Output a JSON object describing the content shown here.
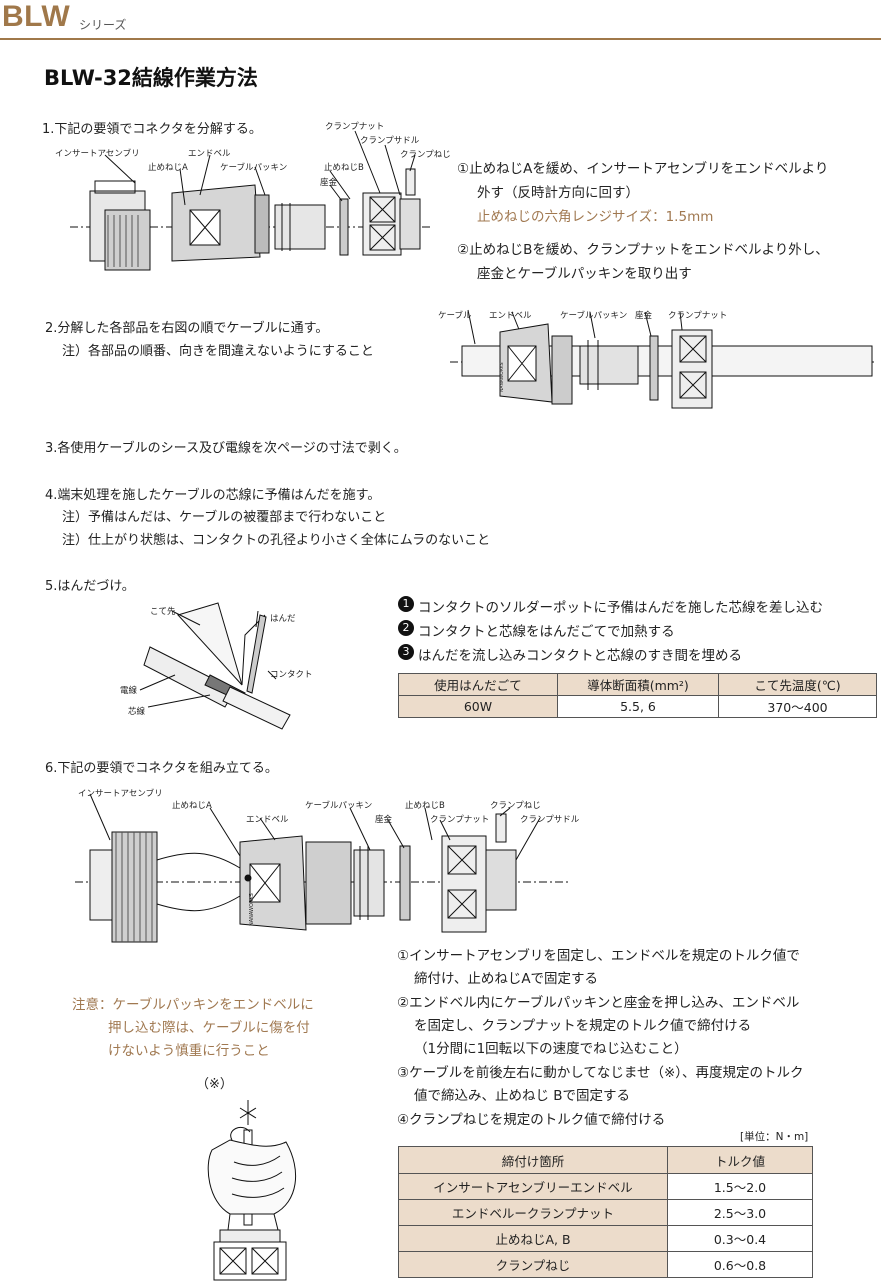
{
  "header": {
    "brand": "BLW",
    "series": "シリーズ"
  },
  "title": "BLW-32結線作業方法",
  "step1": {
    "heading": "1.下記の要領でコネクタを分解する。",
    "labels": [
      "インサートアセンブリ",
      "エンドベル",
      "止めねじA",
      "ケーブルパッキン",
      "止めねじB",
      "座金",
      "クランプナット",
      "クランプサドル",
      "クランプねじ"
    ],
    "instr1_line1": "①止めねじAを緩め、インサートアセンブリをエンドベルより",
    "instr1_line2": "外す（反時計方向に回す）",
    "instr1_note": "止めねじの六角レンジサイズ：1.5mm",
    "instr2_line1": "②止めねじBを緩め、クランプナットをエンドベルより外し、",
    "instr2_line2": "座金とケーブルパッキンを取り出す"
  },
  "step2": {
    "heading": "2.分解した各部品を右図の順でケーブルに通す。",
    "note": "注）各部品の順番、向きを間違えないようにすること",
    "labels": [
      "ケーブル",
      "エンドベル",
      "ケーブルパッキン",
      "座金",
      "クランプナット"
    ],
    "mark": "NANAWORKS"
  },
  "step3": {
    "heading": "3.各使用ケーブルのシース及び電線を次ページの寸法で剥く。"
  },
  "step4": {
    "heading": "4.端末処理を施したケーブルの芯線に予備はんだを施す。",
    "note1": "注）予備はんだは、ケーブルの被覆部まで行わないこと",
    "note2": "注）仕上がり状態は、コンタクトの孔径より小さく全体にムラのないこと"
  },
  "step5": {
    "heading": "5.はんだづけ。",
    "labels": [
      "こて先",
      "はんだ",
      "コンタクト",
      "電線",
      "芯線"
    ],
    "instr1": "コンタクトのソルダーポットに予備はんだを施した芯線を差し込む",
    "instr2": "コンタクトと芯線をはんだごてで加熱する",
    "instr3": "はんだを流し込みコンタクトと芯線のすき間を埋める",
    "nums": [
      "1",
      "2",
      "3"
    ],
    "table": {
      "headers": [
        "使用はんだごて",
        "導体断面積(mm²)",
        "こて先温度(℃)"
      ],
      "row": [
        "60W",
        "5.5, 6",
        "370～400"
      ]
    }
  },
  "step6": {
    "heading": "6.下記の要領でコネクタを組み立てる。",
    "labels": [
      "インサートアセンブリ",
      "止めねじA",
      "エンドベル",
      "ケーブルパッキン",
      "座金",
      "止めねじB",
      "クランプナット",
      "クランプねじ",
      "クランプサドル"
    ],
    "mark": "NANAWORKS",
    "caution_line1": "注意：ケーブルパッキンをエンドベルに",
    "caution_line2": "押し込む際は、ケーブルに傷を付",
    "caution_line3": "けないよう慎重に行うこと",
    "ref": "（※）",
    "instr": [
      "①インサートアセンブリを固定し、エンドベルを規定のトルク値で",
      "締付け、止めねじAで固定する",
      "②エンドベル内にケーブルパッキンと座金を押し込み、エンドベル",
      "を固定し、クランプナットを規定のトルク値で締付ける",
      "（1分間に1回転以下の速度でねじ込むこと）",
      "③ケーブルを前後左右に動かしてなじませ（※）、再度規定のトルク",
      "値で締込み、止めねじ Bで固定する",
      "④クランプねじを規定のトルク値で締付ける"
    ],
    "unit": "[単位：N・m]",
    "table": {
      "headers": [
        "締付け箇所",
        "トルク値"
      ],
      "rows": [
        [
          "インサートアセンブリーエンドベル",
          "1.5～2.0"
        ],
        [
          "エンドベルークランプナット",
          "2.5～3.0"
        ],
        [
          "止めねじA, B",
          "0.3～0.4"
        ],
        [
          "クランプねじ",
          "0.6～0.8"
        ]
      ]
    }
  }
}
